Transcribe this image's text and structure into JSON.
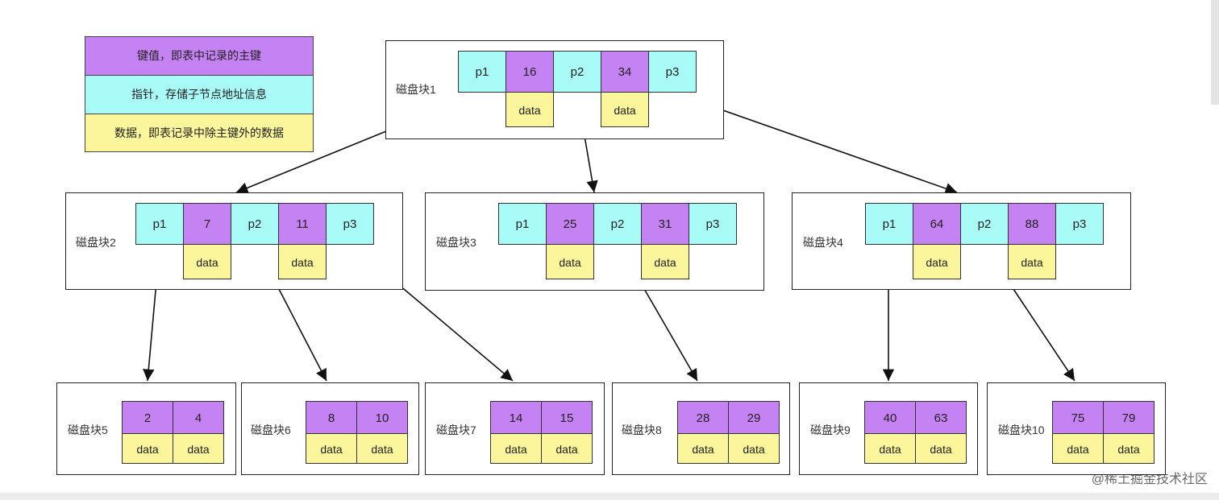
{
  "legend": {
    "key_text": "键值，即表中记录的主键",
    "pointer_text": "指针，存储子节点地址信息",
    "data_text": "数据，即表记录中除主键外的数据"
  },
  "colors": {
    "key": "#c582f3",
    "pointer": "#a8fbf7",
    "data": "#fbf59b"
  },
  "nodes": [
    {
      "label": "磁盘块1",
      "cells": [
        "p1",
        "16",
        "p2",
        "34",
        "p3"
      ],
      "data": [
        "data",
        "data"
      ]
    },
    {
      "label": "磁盘块2",
      "cells": [
        "p1",
        "7",
        "p2",
        "11",
        "p3"
      ],
      "data": [
        "data",
        "data"
      ]
    },
    {
      "label": "磁盘块3",
      "cells": [
        "p1",
        "25",
        "p2",
        "31",
        "p3"
      ],
      "data": [
        "data",
        "data"
      ]
    },
    {
      "label": "磁盘块4",
      "cells": [
        "p1",
        "64",
        "p2",
        "88",
        "p3"
      ],
      "data": [
        "data",
        "data"
      ]
    },
    {
      "label": "磁盘块5",
      "keys": [
        "2",
        "4"
      ],
      "data": [
        "data",
        "data"
      ]
    },
    {
      "label": "磁盘块6",
      "keys": [
        "8",
        "10"
      ],
      "data": [
        "data",
        "data"
      ]
    },
    {
      "label": "磁盘块7",
      "keys": [
        "14",
        "15"
      ],
      "data": [
        "data",
        "data"
      ]
    },
    {
      "label": "磁盘块8",
      "keys": [
        "28",
        "29"
      ],
      "data": [
        "data",
        "data"
      ]
    },
    {
      "label": "磁盘块9",
      "keys": [
        "40",
        "63"
      ],
      "data": [
        "data",
        "data"
      ]
    },
    {
      "label": "磁盘块10",
      "keys": [
        "75",
        "79"
      ],
      "data": [
        "data",
        "data"
      ]
    }
  ],
  "watermark": "@稀土掘金技术社区"
}
